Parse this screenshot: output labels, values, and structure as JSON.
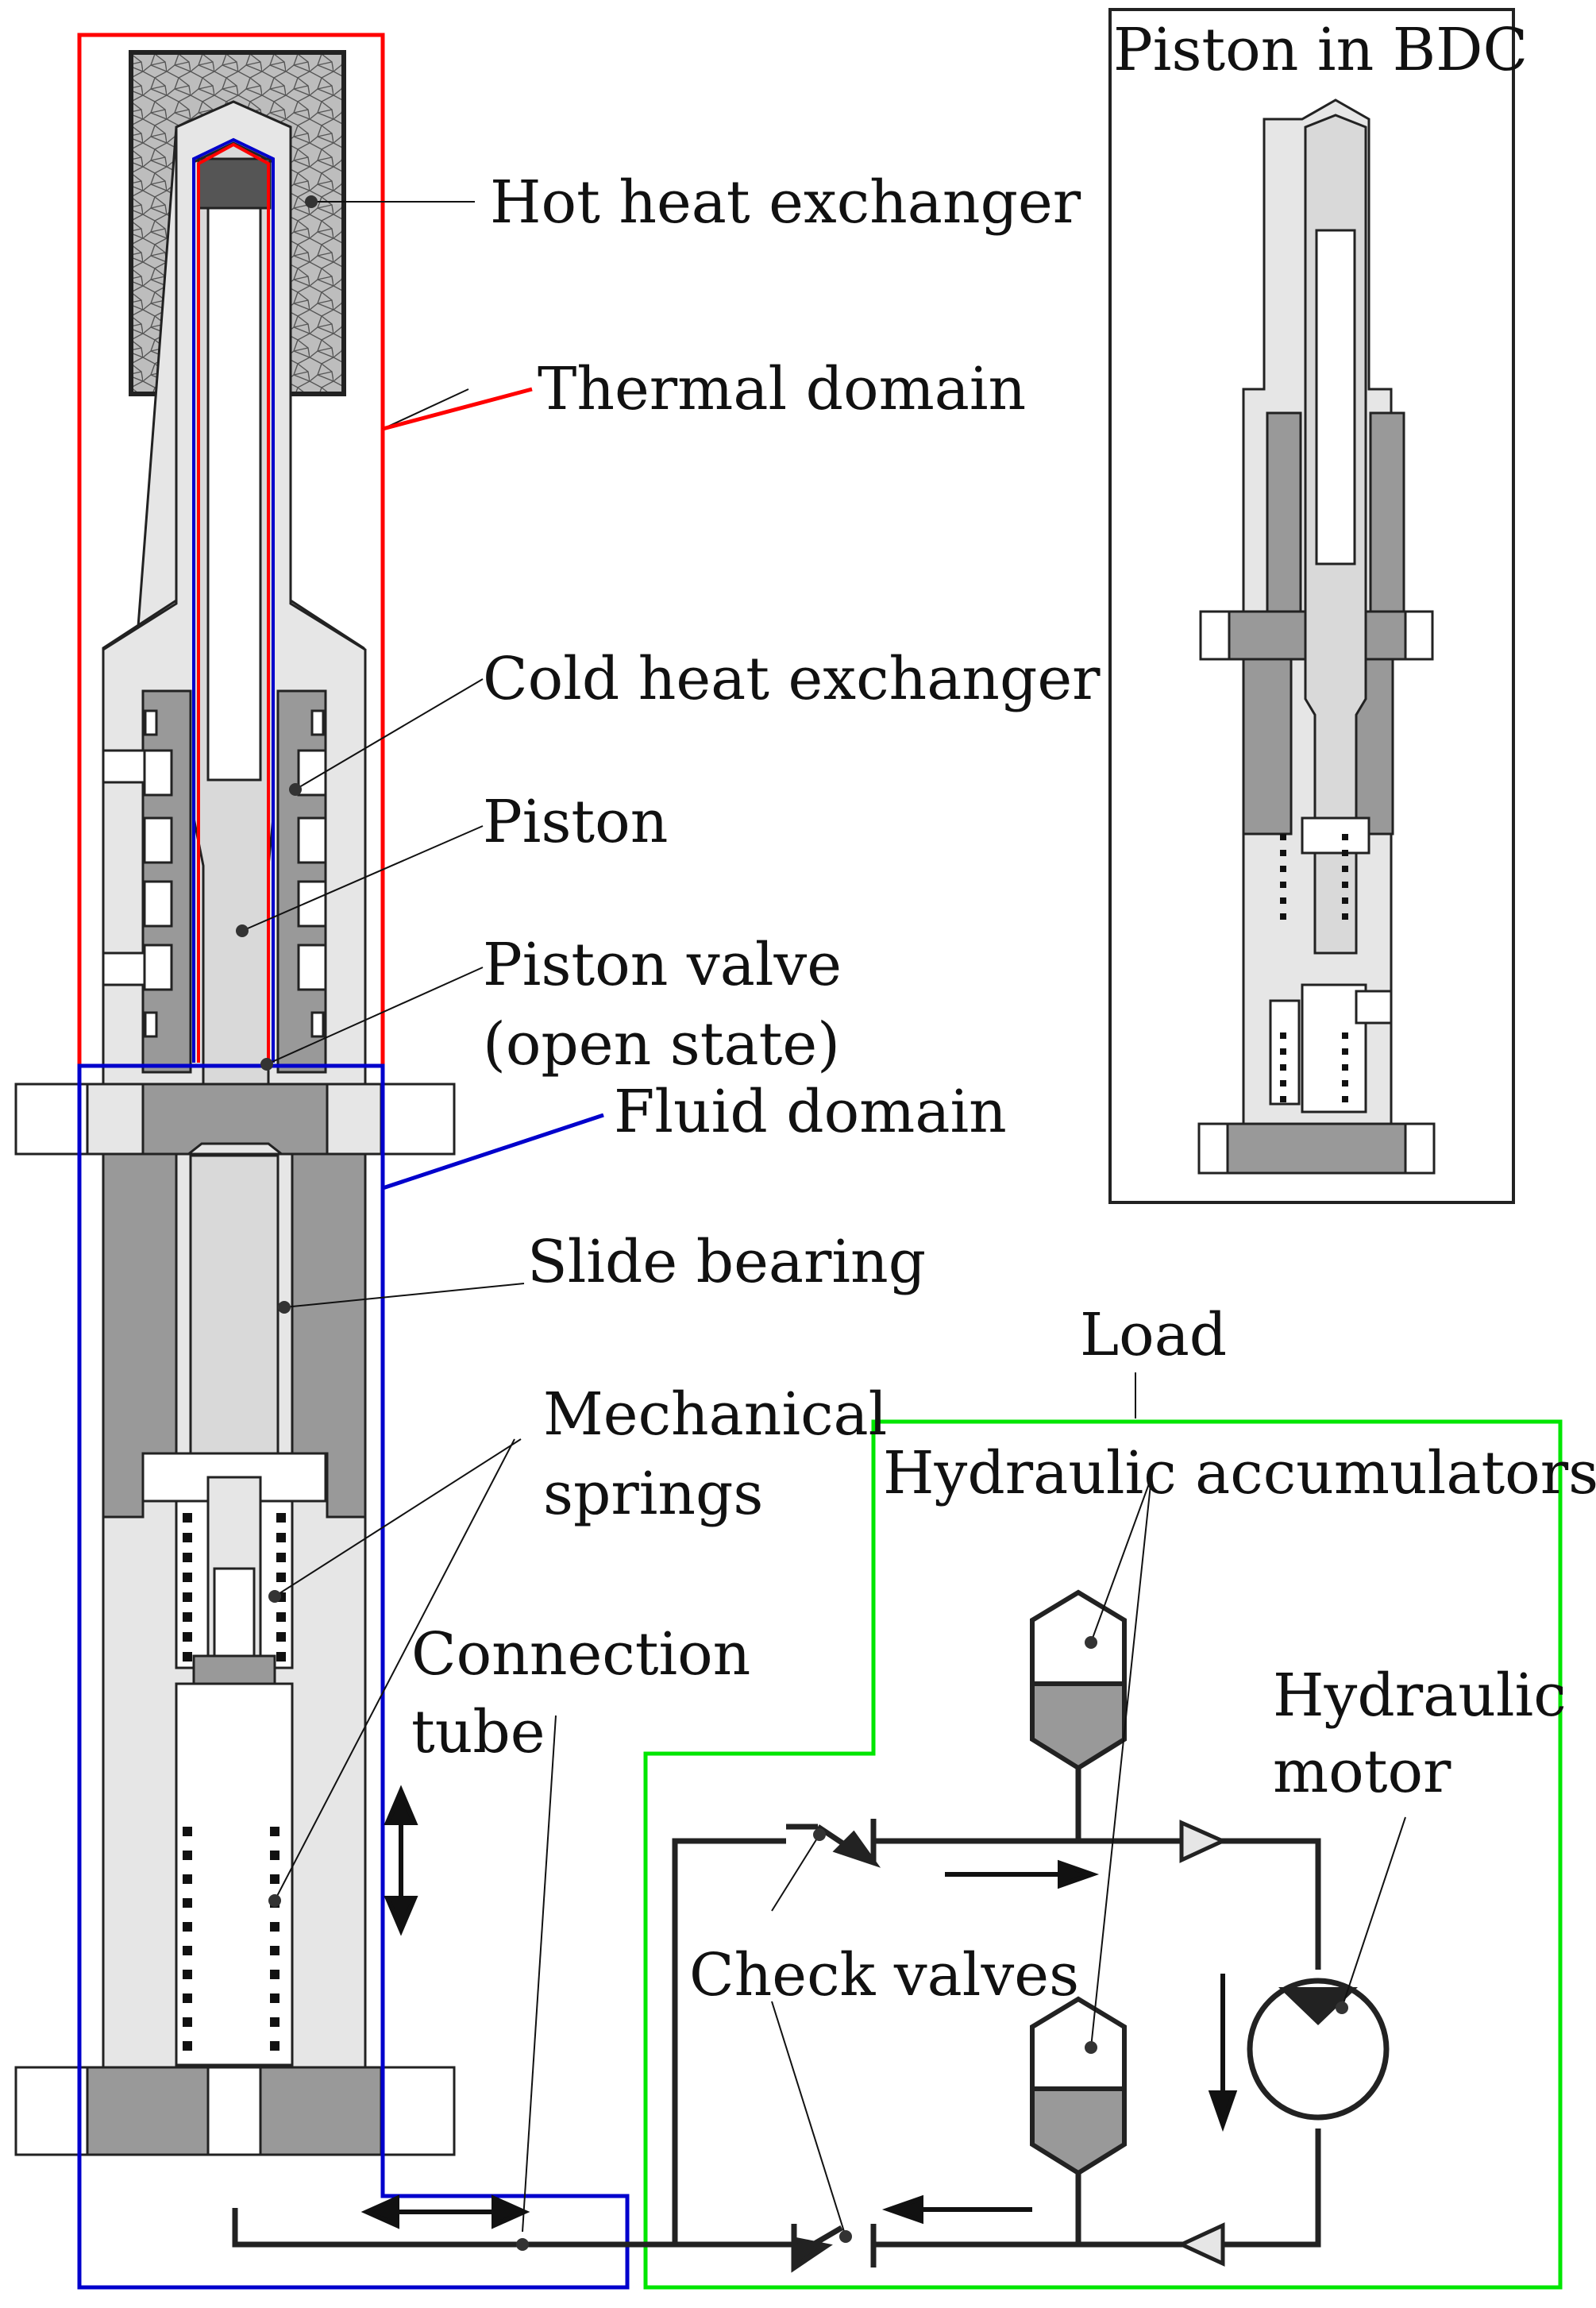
{
  "labels": {
    "hot_heat_exchanger": "Hot heat exchanger",
    "thermal_domain": "Thermal domain",
    "cold_heat_exchanger": "Cold heat exchanger",
    "piston": "Piston",
    "piston_valve_line1": "Piston valve",
    "piston_valve_line2": "(open state)",
    "fluid_domain": "Fluid domain",
    "slide_bearing": "Slide bearing",
    "mechanical_springs_line1": "Mechanical",
    "mechanical_springs_line2": "springs",
    "connection_tube_line1": "Connection",
    "connection_tube_line2": "tube",
    "load": "Load",
    "hydraulic_accumulators": "Hydraulic accumulators",
    "hydraulic_motor_line1": "Hydraulic",
    "hydraulic_motor_line2": "motor",
    "check_valves": "Check valves",
    "inset_title": "Piston in BDC"
  },
  "colors": {
    "thermal_domain": "#ff0000",
    "fluid_domain": "#0000cc",
    "load": "#00e600",
    "housing_light": "#e6e6e6",
    "housing_dark": "#999999",
    "line": "#222222"
  }
}
